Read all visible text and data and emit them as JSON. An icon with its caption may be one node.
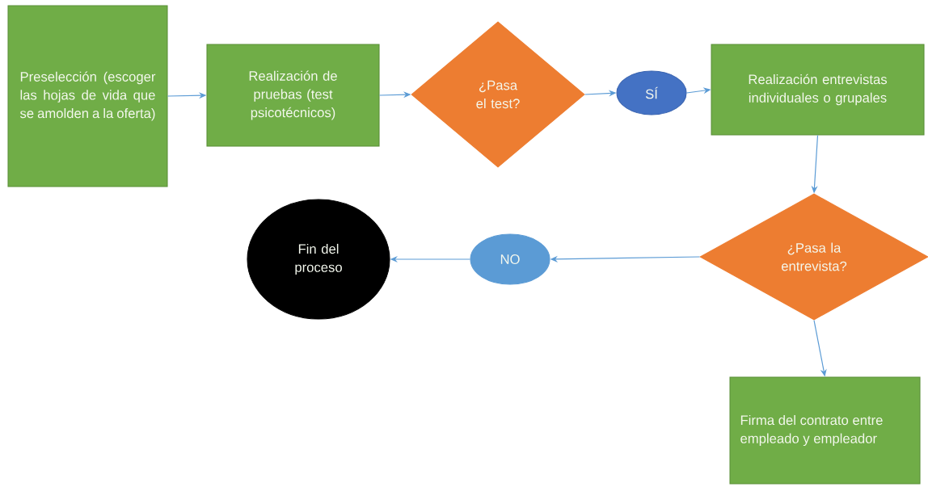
{
  "diagram": {
    "nodes": [
      {
        "text": [
          "Preselección (escoger las hojas de vida que se amolden a la oferta)"
        ]
      },
      {
        "text": [
          "Realización de pruebas (test psicotécnicos)"
        ]
      },
      {
        "text": [
          "¿Pasa el test?"
        ]
      },
      {
        "text": [
          "SÍ"
        ]
      },
      {
        "text": [
          "Realización entrevistas individuales o grupales"
        ]
      },
      {
        "text": [
          "¿Pasa la entrevista?"
        ]
      },
      {
        "text": [
          "NO"
        ]
      },
      {
        "text": [
          "Fin del proceso"
        ]
      },
      {
        "text": [
          "Firma del contrato entre empleado y empleador"
        ]
      }
    ],
    "edges": [
      {
        "from": 0,
        "to": 1,
        "arrow": "to"
      },
      {
        "from": 1,
        "to": 2,
        "arrow": "to"
      },
      {
        "from": 2,
        "to": 3,
        "arrow": "to"
      },
      {
        "from": 3,
        "to": 4,
        "arrow": "to"
      },
      {
        "from": 4,
        "to": 5,
        "arrow": "to"
      },
      {
        "from": 5,
        "to": 6,
        "arrow": "to"
      },
      {
        "from": 6,
        "to": 7,
        "arrow": "to"
      },
      {
        "from": 5,
        "to": 8,
        "arrow": "to"
      }
    ]
  }
}
